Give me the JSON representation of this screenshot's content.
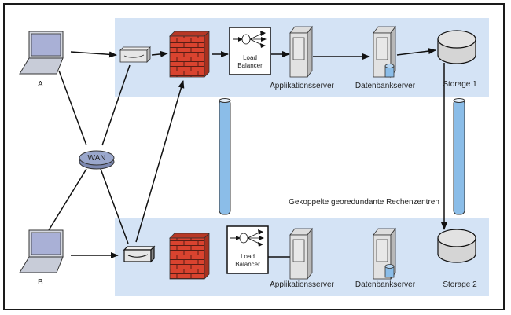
{
  "diagram": {
    "clients": [
      {
        "id": "A",
        "label": "A"
      },
      {
        "id": "B",
        "label": "B"
      }
    ],
    "wan_label": "WAN",
    "datacenters": [
      {
        "load_balancer_line1": "Load",
        "load_balancer_line2": "Balancer",
        "app_server_label": "Applikationsserver",
        "db_server_label": "Datenbankserver",
        "storage_label": "Storage 1"
      },
      {
        "load_balancer_line1": "Load",
        "load_balancer_line2": "Balancer",
        "app_server_label": "Applikationsserver",
        "db_server_label": "Datenbankserver",
        "storage_label": "Storage 2"
      }
    ],
    "coupling_label": "Gekoppelte georedundante Rechenzentren"
  },
  "colors": {
    "datacenter_bg": "#d4e3f5",
    "firewall": "#d9432f",
    "pipe": "#8bbde8",
    "wan": "#9aa7cc",
    "laptop_screen": "#a9b0d6"
  }
}
